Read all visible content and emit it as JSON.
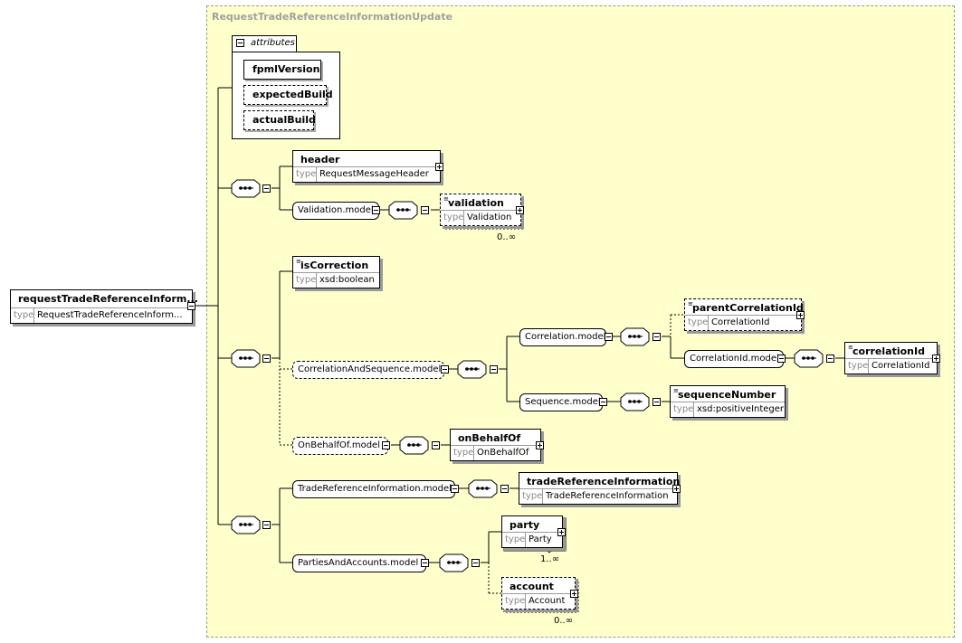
{
  "region_title": "RequestTradeReferenceInformationUpdate",
  "root": {
    "name": "requestTradeReferenceInform...",
    "type_key": "type",
    "type": "RequestTradeReferenceInform..."
  },
  "attributes": {
    "tab": "attributes",
    "items": [
      "fpmlVersion",
      "expectedBuild",
      "actualBuild"
    ]
  },
  "elements": {
    "header": {
      "name": "header",
      "type_key": "type",
      "type": "RequestMessageHeader"
    },
    "validation": {
      "name": "validation",
      "type_key": "type",
      "type": "Validation",
      "card": "0..∞"
    },
    "isCorrection": {
      "name": "isCorrection",
      "type_key": "type",
      "type": "xsd:boolean"
    },
    "parentCorrelationId": {
      "name": "parentCorrelationId",
      "type_key": "type",
      "type": "CorrelationId"
    },
    "correlationId": {
      "name": "correlationId",
      "type_key": "type",
      "type": "CorrelationId"
    },
    "sequenceNumber": {
      "name": "sequenceNumber",
      "type_key": "type",
      "type": "xsd:positiveInteger"
    },
    "onBehalfOf": {
      "name": "onBehalfOf",
      "type_key": "type",
      "type": "OnBehalfOf"
    },
    "tradeReferenceInformation": {
      "name": "tradeReferenceInformation",
      "type_key": "type",
      "type": "TradeReferenceInformation"
    },
    "party": {
      "name": "party",
      "type_key": "type",
      "type": "Party",
      "card": "1..∞"
    },
    "account": {
      "name": "account",
      "type_key": "type",
      "type": "Account",
      "card": "0..∞"
    }
  },
  "groups": {
    "validation_model": "Validation.model",
    "correlation_sequence_model": "CorrelationAndSequence.model",
    "correlation_model": "Correlation.model",
    "correlationid_model": "CorrelationId.model",
    "sequence_model": "Sequence.model",
    "onbehalfof_model": "OnBehalfOf.model",
    "tradereference_model": "TradeReferenceInformation.model",
    "partiesaccounts_model": "PartiesAndAccounts.model"
  }
}
